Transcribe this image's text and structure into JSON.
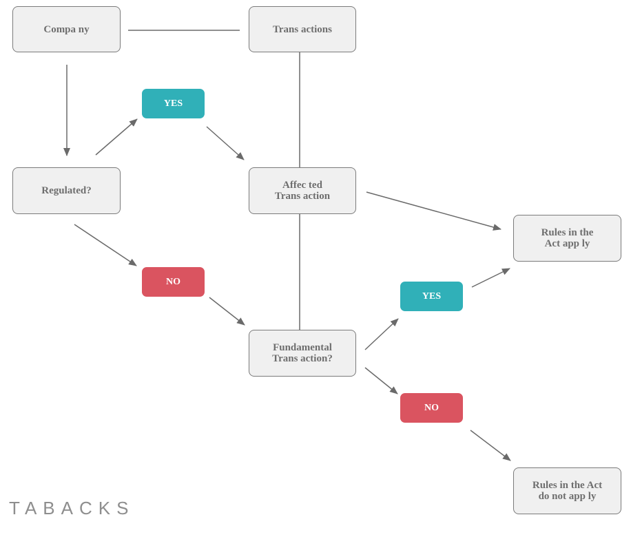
{
  "nodes": {
    "company": "Compa ny",
    "transactions": "Trans actions",
    "regulated": "Regulated?",
    "affected": "Affec ted\nTrans action",
    "fundamental": "Fundamental\nTrans action?",
    "rules_apply": "Rules in the\nAct app ly",
    "rules_not_apply": "Rules in the Act\ndo not app  ly"
  },
  "decisions": {
    "regulated_yes": "YES",
    "regulated_no": "NO",
    "fundamental_yes": "YES",
    "fundamental_no": "NO"
  },
  "colors": {
    "yes": "#30b0b8",
    "no": "#da5460",
    "box_fill": "#f0f0f0",
    "box_border": "#7a7a7a",
    "line": "#6a6a6a"
  },
  "brand": {
    "logo_text": "TABACKS"
  }
}
